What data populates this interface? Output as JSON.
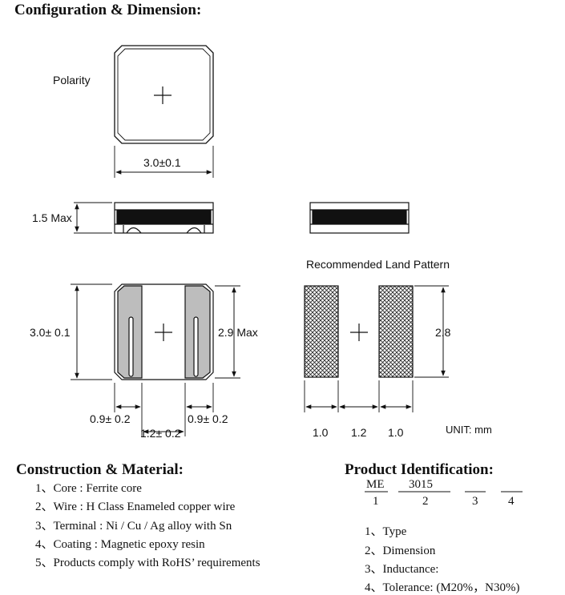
{
  "config_title": "Configuration & Dimension:",
  "top_view": {
    "polarity_label": "Polarity",
    "width_dim": "3.0±0.1"
  },
  "side_view": {
    "height_dim": "1.5 Max"
  },
  "bottom_view": {
    "height_dim": "3.0± 0.1",
    "inner_height_dim": "2.9 Max",
    "left_terminal_dim": "0.9± 0.2",
    "right_terminal_dim": "0.9± 0.2",
    "center_dim": "1.2± 0.2"
  },
  "land_pattern": {
    "title": "Recommended Land Pattern",
    "height_dim": "2.8",
    "widths": [
      "1.0",
      "1.2",
      "1.0"
    ],
    "unit": "UNIT:  mm"
  },
  "construction": {
    "title": "Construction & Material:",
    "items": [
      "1、Core : Ferrite core",
      "2、Wire : H Class Enameled copper wire",
      "3、Terminal : Ni / Cu / Ag alloy with Sn",
      "4、Coating : Magnetic epoxy resin",
      "5、Products comply with RoHS’ requirements"
    ]
  },
  "product_id": {
    "title": "Product Identification:",
    "code_parts": [
      "ME",
      "3015",
      "",
      ""
    ],
    "code_numbers": [
      "1",
      "2",
      "3",
      "4"
    ],
    "items": [
      "1、Type",
      "2、Dimension",
      "3、Inductance:",
      "4、Tolerance: (M20%，N30%)"
    ]
  }
}
